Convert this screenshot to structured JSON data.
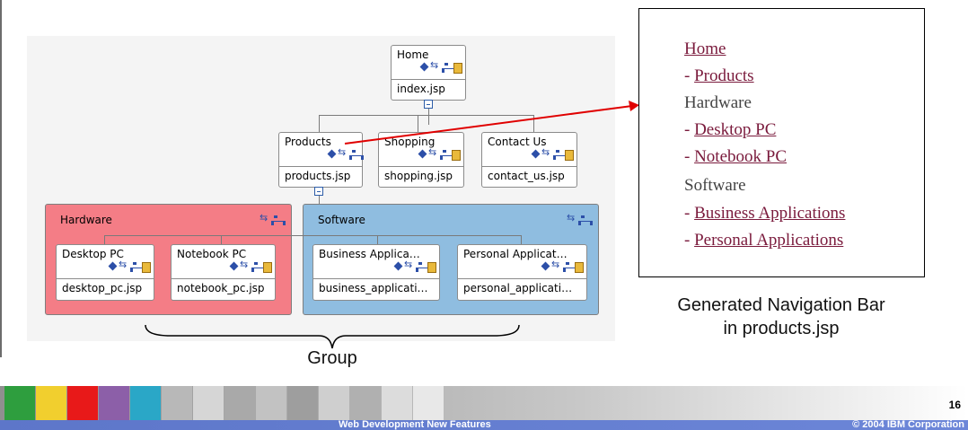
{
  "diagram": {
    "nodes": {
      "home": {
        "title": "Home",
        "file": "index.jsp"
      },
      "products": {
        "title": "Products",
        "file": "products.jsp"
      },
      "shopping": {
        "title": "Shopping",
        "file": "shopping.jsp"
      },
      "contact": {
        "title": "Contact Us",
        "file": "contact_us.jsp"
      },
      "desktop": {
        "title": "Desktop PC",
        "file": "desktop_pc.jsp"
      },
      "notebook": {
        "title": "Notebook PC",
        "file": "notebook_pc.jsp"
      },
      "business": {
        "title": "Business Applica…",
        "file": "business_applicati…"
      },
      "personal": {
        "title": "Personal Applicat…",
        "file": "personal_applicati…"
      }
    },
    "groups": {
      "hardware": {
        "title": "Hardware",
        "color": "#f47d86"
      },
      "software": {
        "title": "Software",
        "color": "#8fbde0"
      }
    },
    "brace_label": "Group"
  },
  "navbar": {
    "items": [
      {
        "text": "Home",
        "prefix": "",
        "link": true
      },
      {
        "text": "Products",
        "prefix": "- ",
        "link": true
      },
      {
        "text": "Hardware",
        "prefix": "",
        "link": false
      },
      {
        "text": "Desktop PC",
        "prefix": "- ",
        "link": true
      },
      {
        "text": "Notebook PC",
        "prefix": "- ",
        "link": true
      },
      {
        "text": "Software",
        "prefix": "",
        "link": false
      },
      {
        "text": "Business Applications",
        "prefix": "- ",
        "link": true
      },
      {
        "text": "Personal Applications",
        "prefix": "- ",
        "link": true
      }
    ],
    "caption_line1": "Generated Navigation Bar",
    "caption_line2": "in products.jsp",
    "arrow_color": "#e00000"
  },
  "footer": {
    "page_number": "16",
    "title": "Web Development New Features",
    "copyright": "© 2004 IBM Corporation"
  },
  "icons": [
    "diamond-icon",
    "arrows-icon",
    "site-tree-icon",
    "document-icon",
    "collapse-icon"
  ]
}
